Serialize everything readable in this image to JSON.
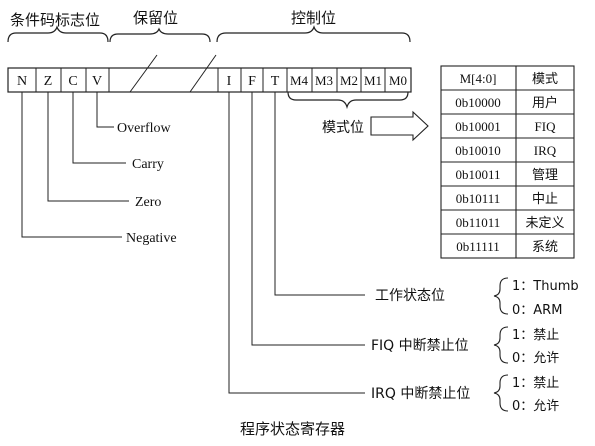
{
  "groups": {
    "condition": "条件码标志位",
    "reserved": "保留位",
    "control": "控制位"
  },
  "bits": [
    "N",
    "Z",
    "C",
    "V",
    "I",
    "F",
    "T",
    "M4",
    "M3",
    "M2",
    "M1",
    "M0"
  ],
  "flag_desc": {
    "overflow": "Overflow",
    "carry": "Carry",
    "zero": "Zero",
    "negative": "Negative"
  },
  "mode_bit_label": "模式位",
  "mode_table": {
    "header": {
      "code": "M[4:0]",
      "name": "模式"
    },
    "rows": [
      {
        "code": "0b10000",
        "name": "用户"
      },
      {
        "code": "0b10001",
        "name": "FIQ"
      },
      {
        "code": "0b10010",
        "name": "IRQ"
      },
      {
        "code": "0b10011",
        "name": "管理"
      },
      {
        "code": "0b10111",
        "name": "中止"
      },
      {
        "code": "0b11011",
        "name": "未定义"
      },
      {
        "code": "0b11111",
        "name": "系统"
      }
    ]
  },
  "state_bits": {
    "t": {
      "label": "工作状态位",
      "opt1": "1：Thumb",
      "opt0": "0：ARM"
    },
    "f": {
      "label": "FIQ 中断禁止位",
      "opt1": "1：禁止",
      "opt0": "0：允许"
    },
    "i": {
      "label": "IRQ 中断禁止位",
      "opt1": "1：禁止",
      "opt0": "0：允许"
    }
  },
  "caption": "程序状态寄存器"
}
